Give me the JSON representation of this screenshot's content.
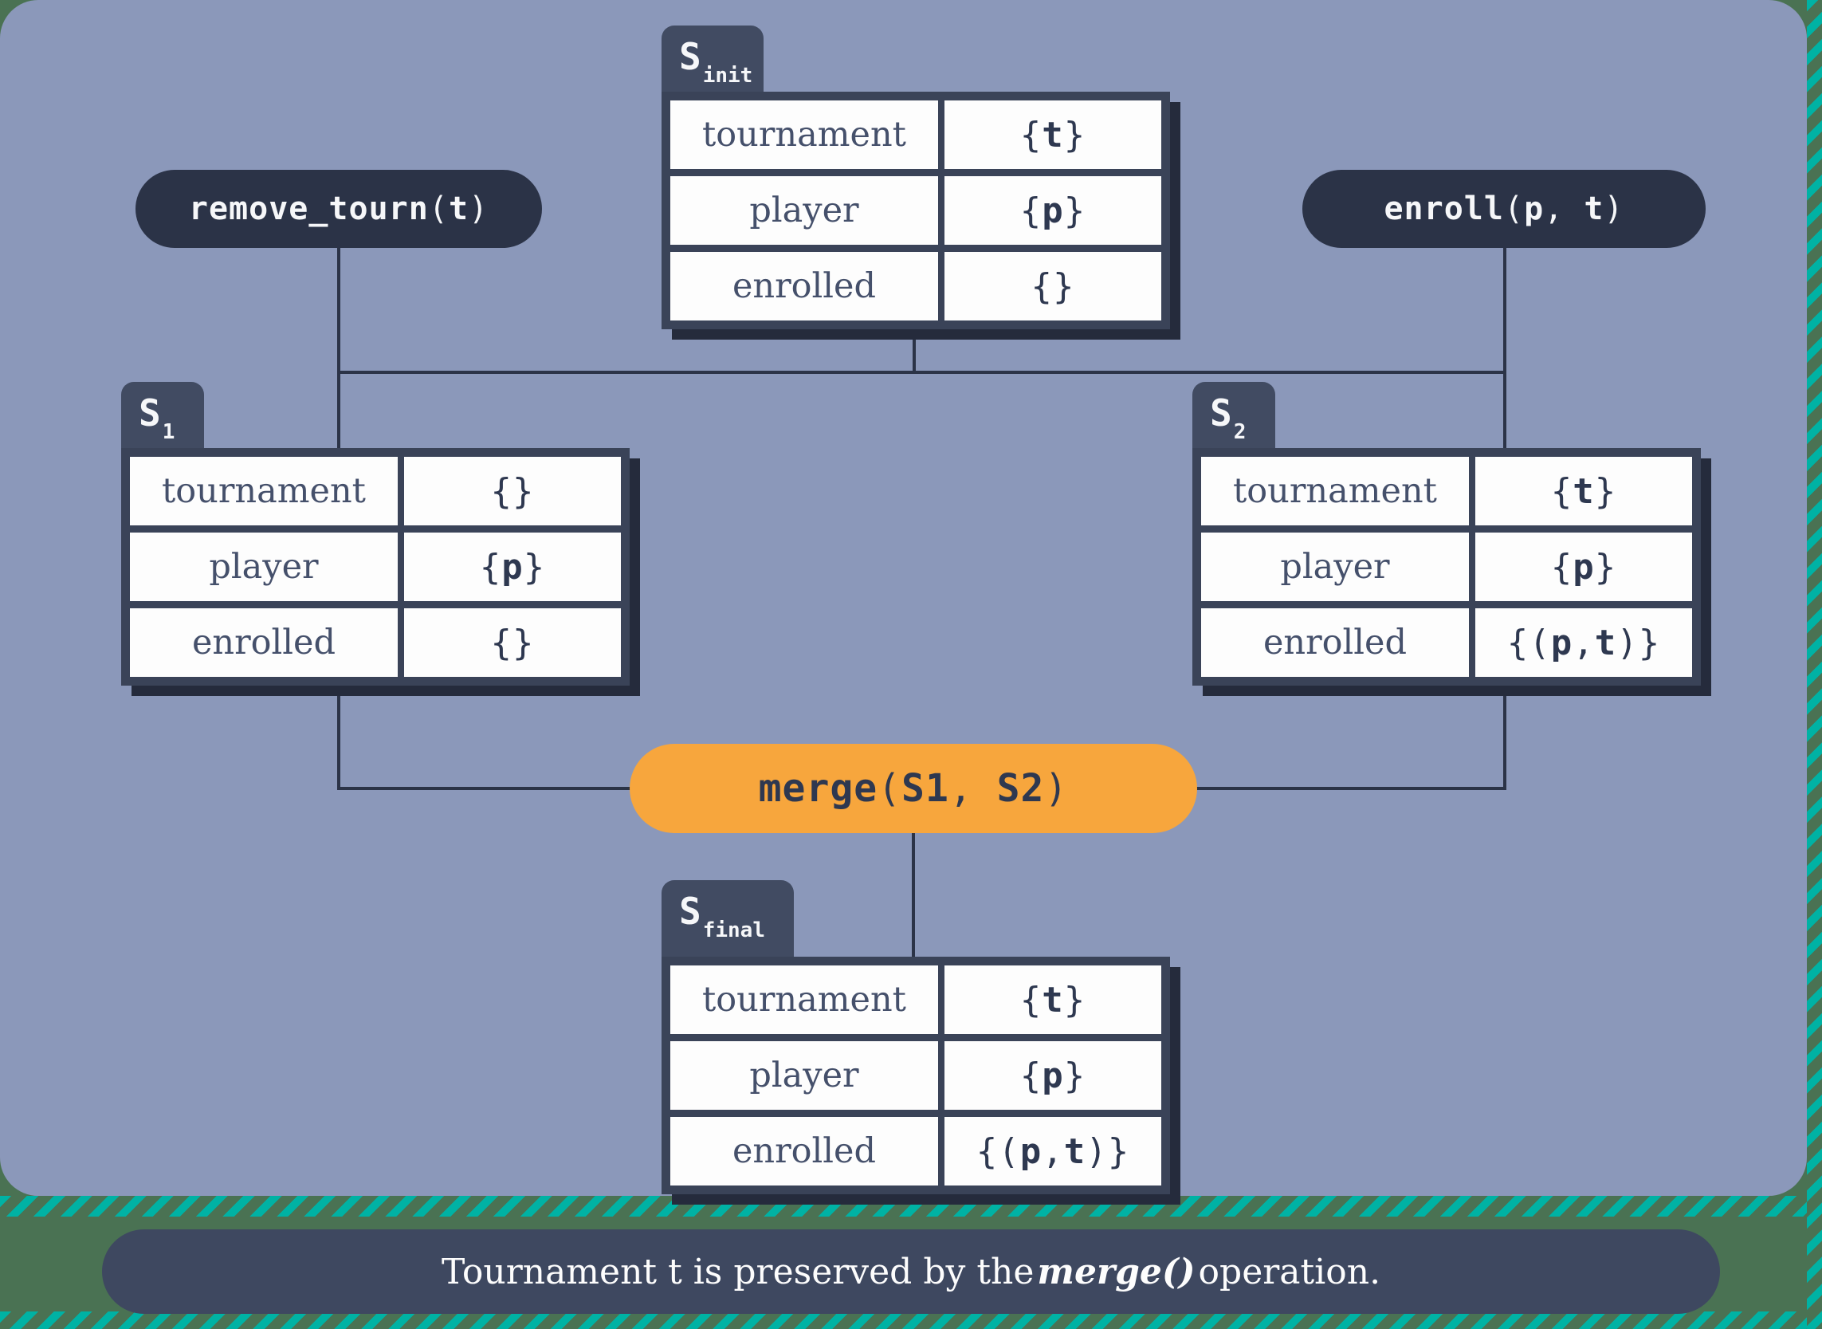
{
  "diagram": {
    "states": [
      {
        "id": "s_init",
        "label_base": "S",
        "label_sub": "init",
        "rows": [
          {
            "field": "tournament",
            "value": "{t}"
          },
          {
            "field": "player",
            "value": "{p}"
          },
          {
            "field": "enrolled",
            "value": "{}"
          }
        ]
      },
      {
        "id": "s_1",
        "label_base": "S",
        "label_sub": "1",
        "rows": [
          {
            "field": "tournament",
            "value": "{}"
          },
          {
            "field": "player",
            "value": "{p}"
          },
          {
            "field": "enrolled",
            "value": "{}"
          }
        ]
      },
      {
        "id": "s_2",
        "label_base": "S",
        "label_sub": "2",
        "rows": [
          {
            "field": "tournament",
            "value": "{t}"
          },
          {
            "field": "player",
            "value": "{p}"
          },
          {
            "field": "enrolled",
            "value": "{(p, t)}"
          }
        ]
      },
      {
        "id": "s_final",
        "label_base": "S",
        "label_sub": "final",
        "rows": [
          {
            "field": "tournament",
            "value": "{t}"
          },
          {
            "field": "player",
            "value": "{p}"
          },
          {
            "field": "enrolled",
            "value": "{(p, t)}"
          }
        ]
      }
    ],
    "operations": [
      {
        "id": "remove_tourn",
        "label": "remove_tourn(t)"
      },
      {
        "id": "enroll",
        "label": "enroll(p, t)"
      },
      {
        "id": "merge",
        "label": "merge(S1, S2)"
      }
    ],
    "caption": {
      "text_before": "Tournament t is preserved by the ",
      "highlight": "merge()",
      "text_after": " operation."
    },
    "colors": {
      "panel_blue": "#8b98ba",
      "navy_dark": "#2b3347",
      "table_frame": "#3a4358",
      "tab_navy": "#414b62",
      "shadow_navy": "#252b3c",
      "orange_accent": "#f7a63d",
      "stripe_teal": "#00b2a4",
      "stripe_green": "#4a7253",
      "cell_white": "#fdfdfd",
      "label_text": "#45506b",
      "value_text": "#2e3850"
    }
  }
}
